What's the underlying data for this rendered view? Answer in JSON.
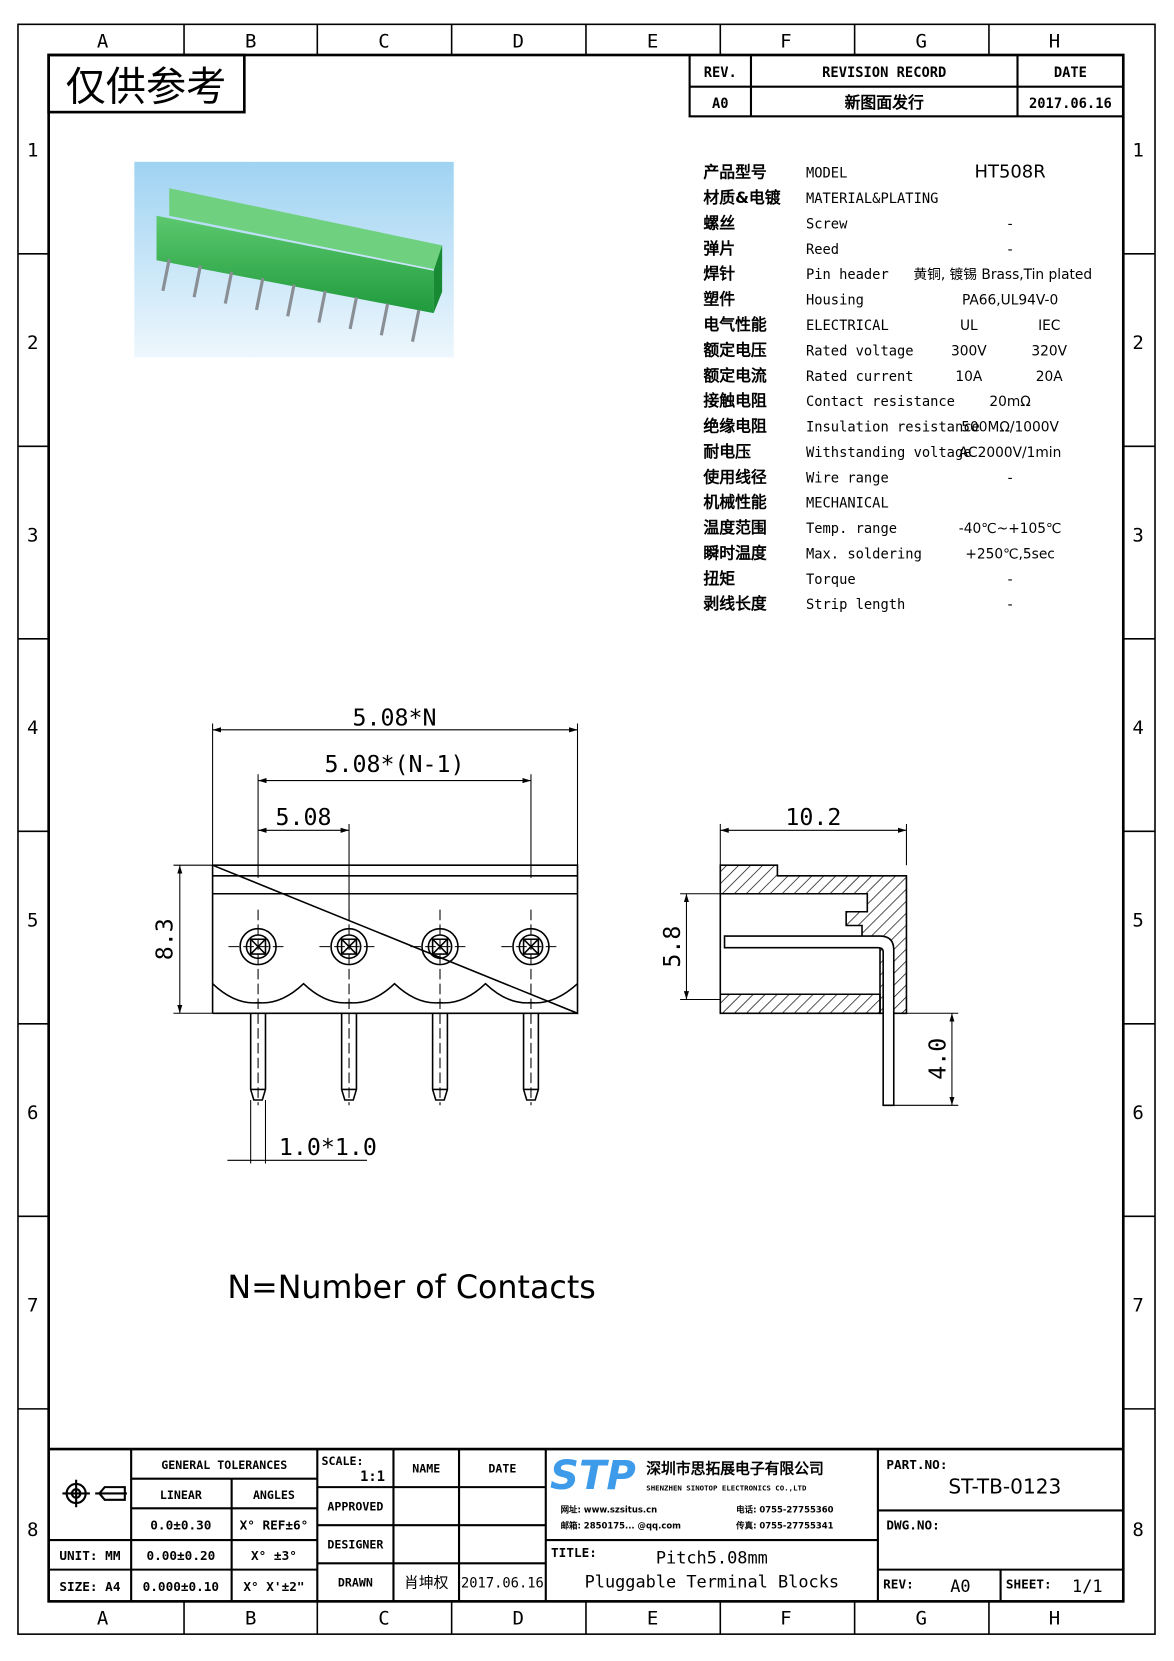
{
  "frame": {
    "columns": [
      "A",
      "B",
      "C",
      "D",
      "E",
      "F",
      "G",
      "H"
    ],
    "rows": [
      "1",
      "2",
      "3",
      "4",
      "5",
      "6",
      "7",
      "8"
    ]
  },
  "stamp": "仅供参考",
  "revision": {
    "headers": [
      "REV.",
      "REVISION RECORD",
      "DATE"
    ],
    "row": [
      "A0",
      "新图面发行",
      "2017.06.16"
    ]
  },
  "specs": [
    {
      "cn": "产品型号",
      "en": "MODEL",
      "v1": "HT508R",
      "v2": ""
    },
    {
      "cn": "材质&电镀",
      "en": "MATERIAL&PLATING",
      "v1": "",
      "v2": ""
    },
    {
      "cn": "螺丝",
      "en": "Screw",
      "v1": "-",
      "v2": ""
    },
    {
      "cn": "弹片",
      "en": "Reed",
      "v1": "-",
      "v2": ""
    },
    {
      "cn": "焊针",
      "en": "Pin header",
      "v1": "黄铜, 镀锡 Brass,Tin plated",
      "v2": ""
    },
    {
      "cn": "塑件",
      "en": "Housing",
      "v1": "PA66,UL94V-0",
      "v2": ""
    },
    {
      "cn": "电气性能",
      "en": "ELECTRICAL",
      "v1": "UL",
      "v2": "IEC"
    },
    {
      "cn": "额定电压",
      "en": "Rated voltage",
      "v1": "300V",
      "v2": "320V"
    },
    {
      "cn": "额定电流",
      "en": "Rated current",
      "v1": "10A",
      "v2": "20A"
    },
    {
      "cn": "接触电阻",
      "en": "Contact resistance",
      "v1": "20mΩ",
      "v2": ""
    },
    {
      "cn": "绝缘电阻",
      "en": "Insulation resistance",
      "v1": "500MΩ/1000V",
      "v2": ""
    },
    {
      "cn": "耐电压",
      "en": "Withstanding voltage",
      "v1": "AC2000V/1min",
      "v2": ""
    },
    {
      "cn": "使用线径",
      "en": "Wire range",
      "v1": "-",
      "v2": ""
    },
    {
      "cn": "机械性能",
      "en": "MECHANICAL",
      "v1": "",
      "v2": ""
    },
    {
      "cn": "温度范围",
      "en": "Temp. range",
      "v1": "-40℃~+105℃",
      "v2": ""
    },
    {
      "cn": "瞬时温度",
      "en": "Max. soldering",
      "v1": "+250℃,5sec",
      "v2": ""
    },
    {
      "cn": "扭矩",
      "en": "Torque",
      "v1": "-",
      "v2": ""
    },
    {
      "cn": "剥线长度",
      "en": "Strip length",
      "v1": "-",
      "v2": ""
    }
  ],
  "dims": {
    "total": "5.08*N",
    "span": "5.08*(N-1)",
    "pitch": "5.08",
    "height": "8.3",
    "pin": "1.0*1.0",
    "depth": "10.2",
    "side_h": "5.8",
    "pin_len": "4.0"
  },
  "note": "N=Number of Contacts",
  "titleblock": {
    "general_tolerances": "GENERAL TOLERANCES",
    "linear": "LINEAR",
    "angles": "ANGLES",
    "tol": [
      [
        "0.0±0.30",
        "X° REF±6°"
      ],
      [
        "0.00±0.20",
        "X° ±3°"
      ],
      [
        "0.000±0.10",
        "X° X'±2\""
      ]
    ],
    "unit": "UNIT: MM",
    "size": "SIZE: A4",
    "scale_label": "SCALE:",
    "scale": "1:1",
    "name": "NAME",
    "date": "DATE",
    "approved": "APPROVED",
    "designer": "DESIGNER",
    "drawn": "DRAWN",
    "drawn_name": "肖坤权",
    "drawn_date": "2017.06.16",
    "company_cn": "深圳市思拓展电子有限公司",
    "company_en": "SHENZHEN SINOTOP ELECTRONICS CO.,LTD",
    "contact": [
      "网址: www.szsitus.cn",
      "电话: 0755-27755360",
      "邮箱: 2850175... @qq.com",
      "传真: 0755-27755341"
    ],
    "logo": "STP",
    "title_label": "TITLE:",
    "title1": "Pitch5.08mm",
    "title2": "Pluggable Terminal Blocks",
    "part_label": "PART.NO:",
    "part": "ST-TB-0123",
    "dwg_label": "DWG.NO:",
    "rev_label": "REV:",
    "rev": "A0",
    "sheet_label": "SHEET:",
    "sheet": "1/1"
  },
  "colors": {
    "logo": "#3d9be9",
    "housing": "#2fae4f",
    "photo_bg": "#c9e6f7"
  }
}
